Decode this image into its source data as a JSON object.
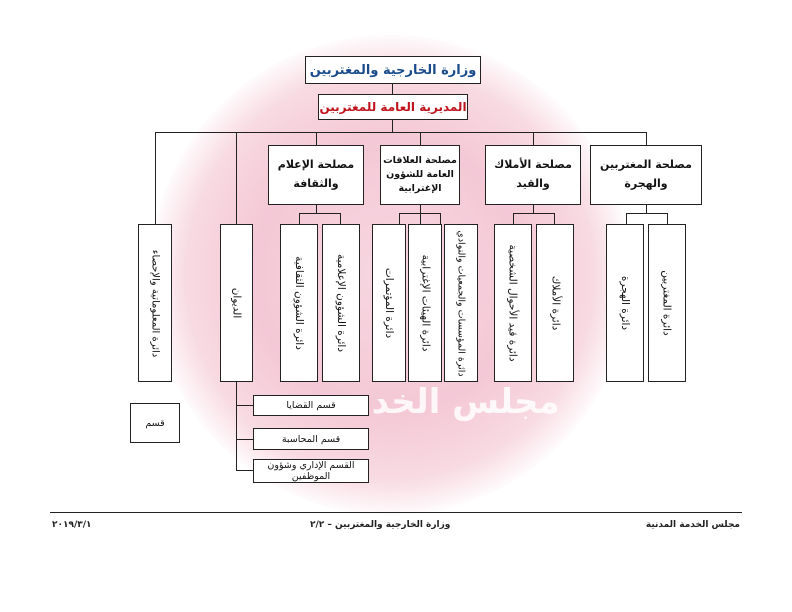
{
  "chart": {
    "ministry": "وزارة الخارجية والمغتربين",
    "general_directorate": "المديرية العامة للمغتربين",
    "agencies": [
      {
        "name": "مصلحة المغتربين والهجرة",
        "departments": [
          "دائرة المغتربين",
          "دائرة الهجرة"
        ]
      },
      {
        "name": "مصلحة الأملاك والقيد",
        "departments": [
          "دائرة الأملاك",
          "دائرة قيد الأحوال الشخصية"
        ]
      },
      {
        "name": "مصلحة العلاقات العامة للشؤون الإغترابية",
        "departments": [
          "دائرة المؤسسات والجمعيات والنوادي",
          "دائرة الهيئات الإغترابية",
          "دائرة المؤتمرات"
        ]
      },
      {
        "name": "مصلحة الإعلام والثقافة",
        "departments": [
          "دائرة الشؤون الإعلامية",
          "دائرة الشؤون الثقافية"
        ]
      }
    ],
    "diwan": {
      "name": "الديوان",
      "sections": [
        "قسم القضايا",
        "قسم المحاسبة",
        "القسم الإداري وشؤون الموظفين"
      ]
    },
    "info_department": {
      "name": "دائرة المعلوماتية والإحصاء",
      "section": "قسم"
    }
  },
  "watermark": "مجلس الخدمة",
  "footer": {
    "right": "مجلس الخدمة المدنية",
    "center": "وزارة الخارجية والمغتربين – ٢/٢",
    "left": "٢٠١٩/٣/١"
  }
}
